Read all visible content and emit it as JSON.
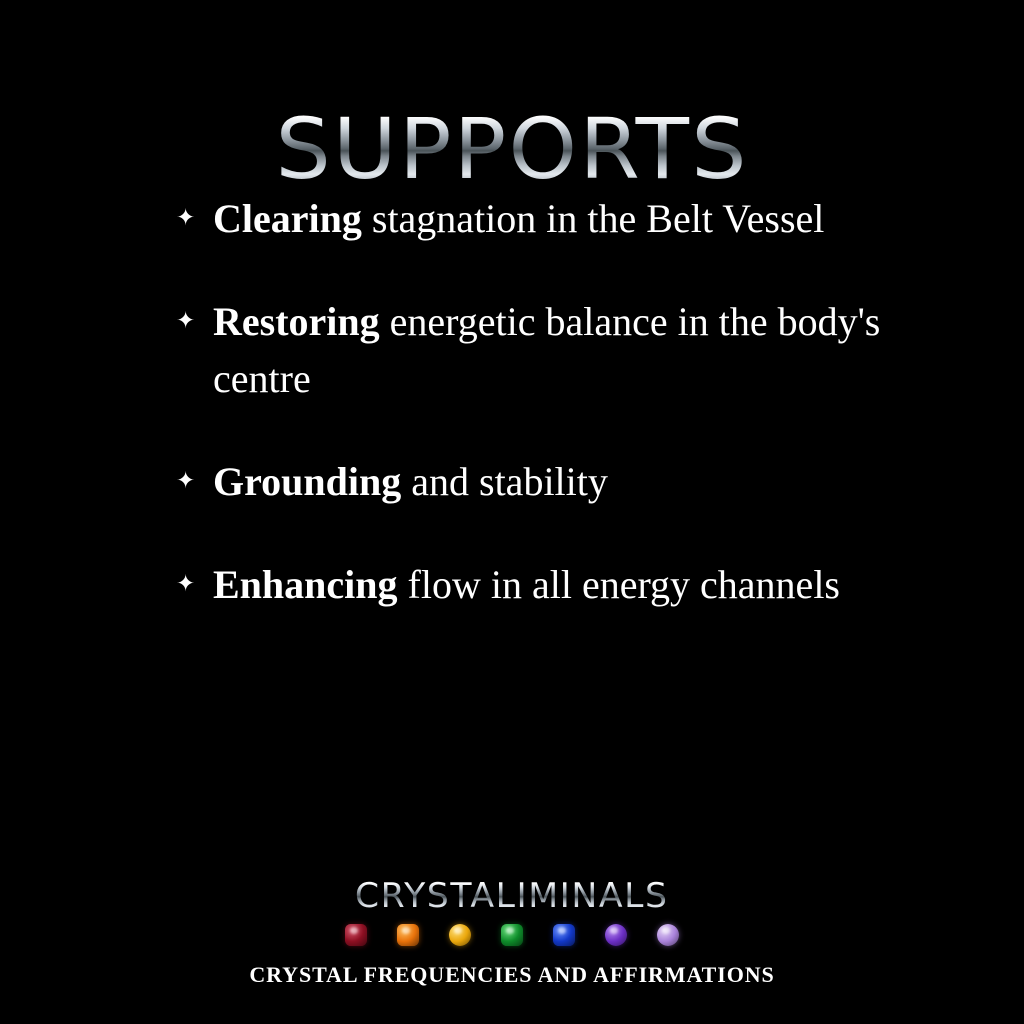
{
  "page": {
    "title": "SUPPORTS",
    "background_color": "#000000",
    "text_color": "#ffffff"
  },
  "supports": {
    "bullet_glyph": "✦",
    "items": [
      {
        "lead": "Clearing",
        "rest": " stagnation in the Belt Vessel"
      },
      {
        "lead": "Restoring",
        "rest": " energetic balance in the body's centre"
      },
      {
        "lead": "Grounding",
        "rest": " and stability"
      },
      {
        "lead": "Enhancing",
        "rest": " flow in all energy channels"
      }
    ]
  },
  "footer": {
    "wordmark": "CRYSTALIMINALS",
    "tagline": "CRYSTAL FREQUENCIES AND AFFIRMATIONS",
    "gems": [
      {
        "name": "gem-root-red",
        "color": "#8d0f22",
        "highlight": "#d7566c",
        "shape": "square"
      },
      {
        "name": "gem-sacral-orange",
        "color": "#e8720a",
        "highlight": "#ffc061",
        "shape": "square"
      },
      {
        "name": "gem-solar-yellow",
        "color": "#eaa70c",
        "highlight": "#ffe07a",
        "shape": "round"
      },
      {
        "name": "gem-heart-green",
        "color": "#0e8c2a",
        "highlight": "#6ae07e",
        "shape": "square"
      },
      {
        "name": "gem-throat-blue",
        "color": "#1238c8",
        "highlight": "#6d94ff",
        "shape": "square"
      },
      {
        "name": "gem-third-eye-violet",
        "color": "#6b2ec4",
        "highlight": "#b98cf2",
        "shape": "round"
      },
      {
        "name": "gem-crown-lavender",
        "color": "#a982da",
        "highlight": "#e6d5f7",
        "shape": "round"
      }
    ]
  }
}
